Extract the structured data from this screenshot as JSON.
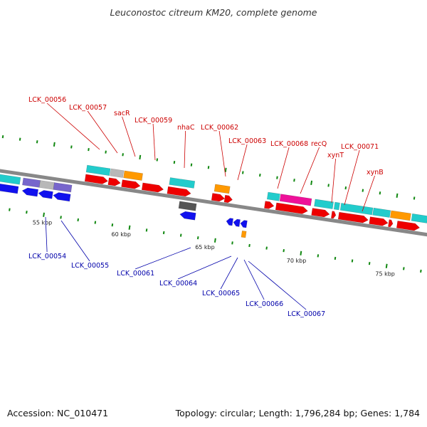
{
  "title": "Leuconostoc citreum KM20, complete genome",
  "footer": {
    "accession": "Accession: NC_010471",
    "topology": "Topology: circular; Length: 1,796,284 bp; Genes: 1,784"
  },
  "colors": {
    "red": "#ee0000",
    "cyan": "#22cccc",
    "orange": "#ff9900",
    "blue": "#1111ee",
    "purple": "#7766cc",
    "gray": "#b8b8b8",
    "darkgray": "#555555",
    "magenta": "#ee1199",
    "backbone": "#888888",
    "tick": "#118811",
    "label_top": "#cc0000",
    "label_bottom": "#0000aa"
  },
  "ticks": [
    {
      "label": "55 kbp"
    },
    {
      "label": "60 kbp"
    },
    {
      "label": "65 kbp"
    },
    {
      "label": "70 kbp"
    },
    {
      "label": "75 kbp"
    }
  ],
  "labels_top": [
    {
      "text": "LCK_00056"
    },
    {
      "text": "LCK_00057"
    },
    {
      "text": "sacR"
    },
    {
      "text": "LCK_00059"
    },
    {
      "text": "nhaC"
    },
    {
      "text": "LCK_00062"
    },
    {
      "text": "LCK_00063"
    },
    {
      "text": "LCK_00068"
    },
    {
      "text": "recQ"
    },
    {
      "text": "xynT"
    },
    {
      "text": "LCK_00071"
    },
    {
      "text": "xynB"
    }
  ],
  "labels_bottom": [
    {
      "text": "LCK_00054"
    },
    {
      "text": "LCK_00055"
    },
    {
      "text": "LCK_00061"
    },
    {
      "text": "LCK_00064"
    },
    {
      "text": "LCK_00065"
    },
    {
      "text": "LCK_00066"
    },
    {
      "text": "LCK_00067"
    }
  ]
}
